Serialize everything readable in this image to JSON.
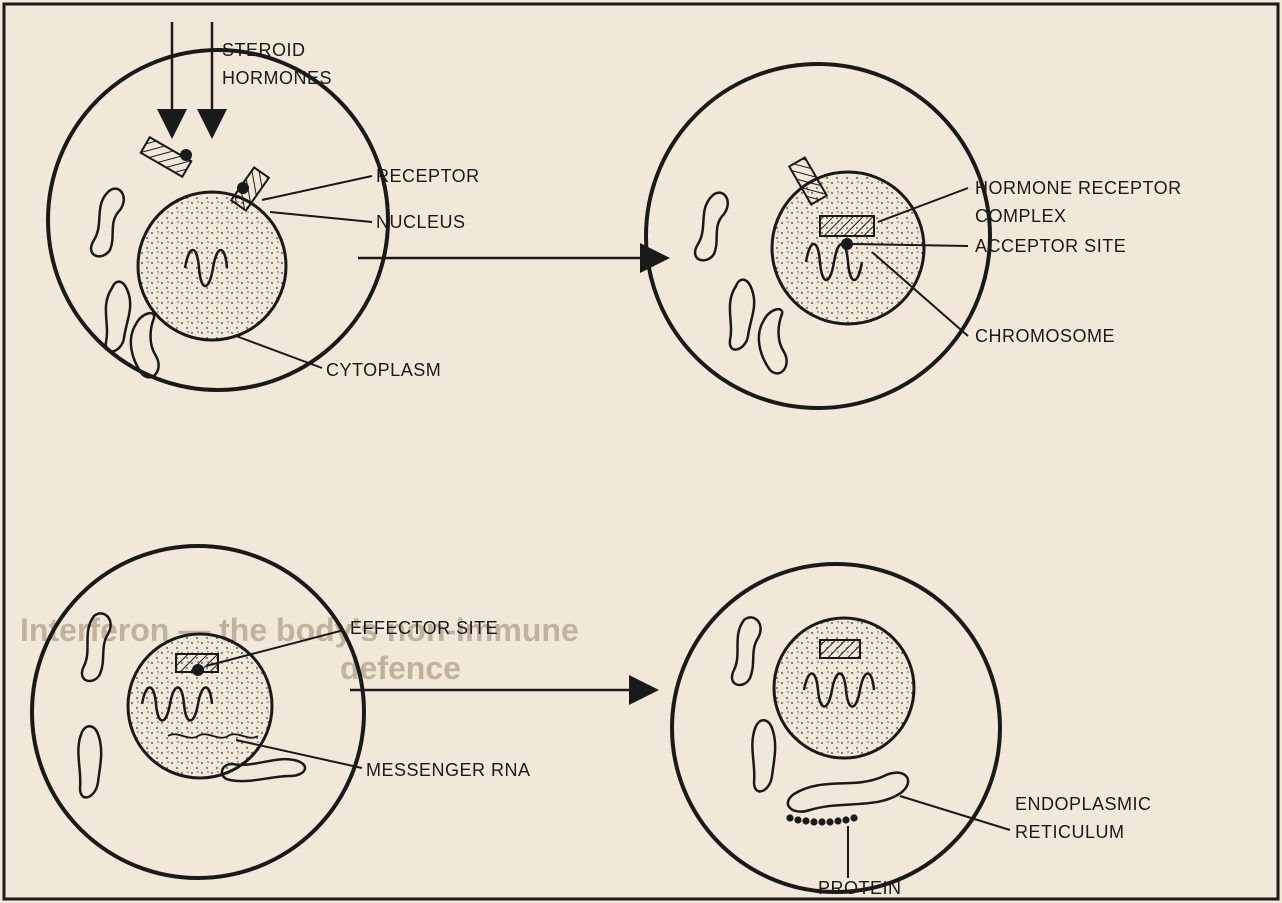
{
  "labels": {
    "steroid_line1": "STEROID",
    "steroid_line2": "HORMONES",
    "receptor": "RECEPTOR",
    "nucleus": "NUCLEUS",
    "cytoplasm": "CYTOPLASM",
    "hrc_line1": "HORMONE RECEPTOR",
    "hrc_line2": "COMPLEX",
    "acceptor_site": "ACCEPTOR SITE",
    "chromosome": "CHROMOSOME",
    "effector_site": "EFFECTOR SITE",
    "messenger_rna": "MESSENGER RNA",
    "er_line1": "ENDOPLASMIC",
    "er_line2": "RETICULUM",
    "protein": "PROTEIN"
  },
  "background": {
    "headline_line1": "Interferon — the body's non-immune",
    "headline_line2": "defence"
  },
  "colors": {
    "paper": "#f1e8d9",
    "ink": "#1a1a1a",
    "bleed_text": "#c9bda8"
  }
}
